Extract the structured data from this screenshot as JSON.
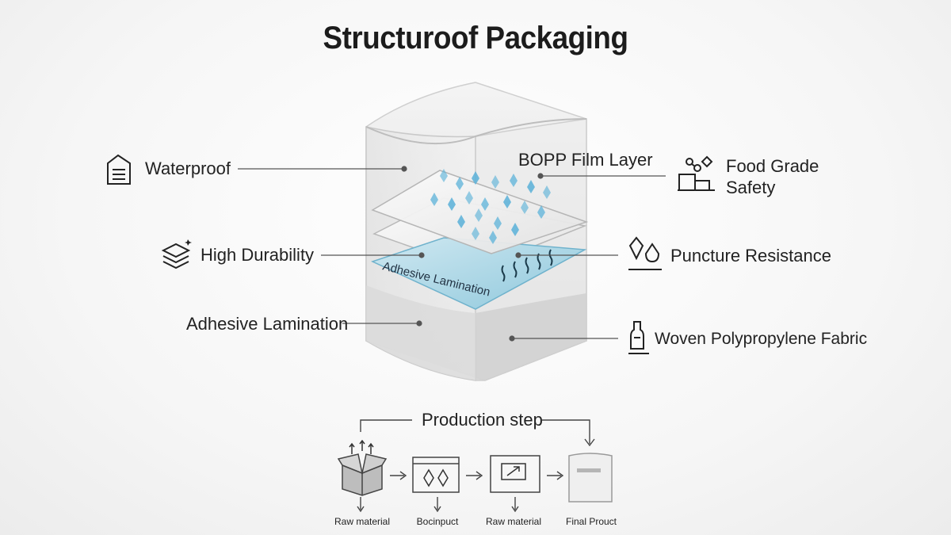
{
  "title": "Structuroof Packaging",
  "callouts": {
    "waterproof": "Waterproof",
    "high_durability": "High Durability",
    "adhesive_lamination_left": "Adhesive Lamination",
    "bopp_film_layer": "BOPP Film Layer",
    "food_grade_line1": "Food Grade",
    "food_grade_line2": "Safety",
    "puncture_resistance": "Puncture Resistance",
    "woven_fabric": "Woven Polypropylene Fabric"
  },
  "layer_label": "Adhesive Lamination",
  "production": {
    "title": "Production step",
    "steps": [
      {
        "label": "Raw material",
        "icon": "open-box-icon"
      },
      {
        "label": "Bocinpuct",
        "icon": "diamond-panel-icon"
      },
      {
        "label": "Raw material",
        "icon": "monitor-arrow-icon"
      },
      {
        "label": "Final Prouct",
        "icon": "bag-icon"
      }
    ]
  },
  "icons": {
    "waterproof": "document-house-icon",
    "high_durability": "layers-icon",
    "food_grade": "molecule-blocks-icon",
    "puncture_resistance": "diamond-drops-icon",
    "woven_fabric": "bottle-stand-icon"
  },
  "colors": {
    "accent_blue": "#8fc8dc",
    "droplet": "#5fb3d9",
    "line": "#555555"
  }
}
